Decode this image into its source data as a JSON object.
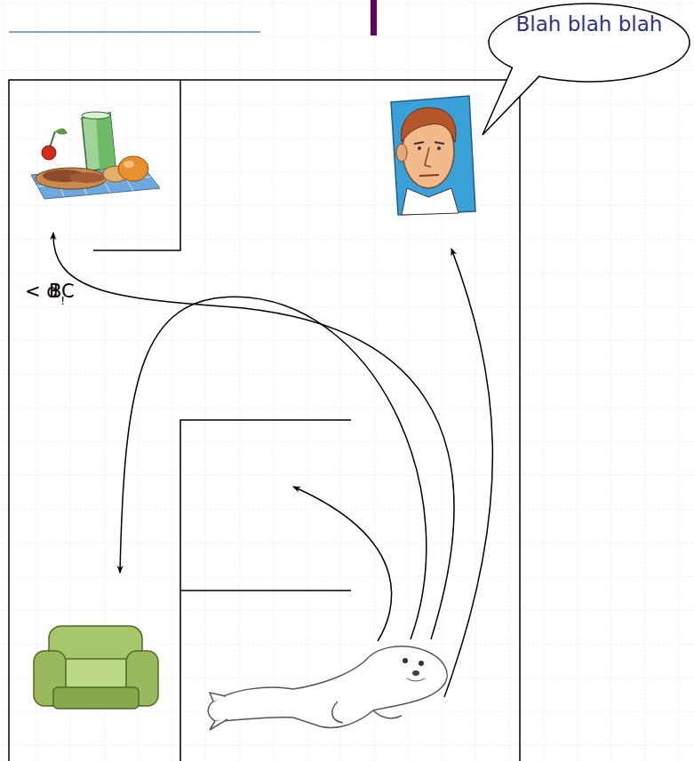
{
  "diagram": {
    "nodes": [
      {
        "text": [
          "Blah blah blah"
        ]
      }
    ],
    "labels": [
      "< d",
      "BC",
      "!"
    ]
  }
}
